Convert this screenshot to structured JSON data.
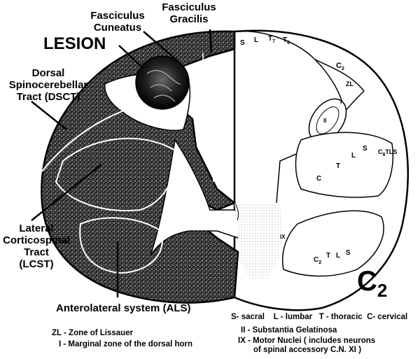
{
  "labels": {
    "fasciculus_cuneatus": [
      "Fasciculus",
      "Cuneatus"
    ],
    "fasciculus_gracilis": [
      "Fasciculus",
      "Gracilis"
    ],
    "lesion": "LESION",
    "dsct": [
      "Dorsal",
      "Spinocerebellar",
      "Tract (DSCT)"
    ],
    "lcst": [
      "Lateral",
      "Corticospinal",
      "Tract",
      "(LCST)"
    ],
    "als": "Anterolateral system (ALS)"
  },
  "segment": {
    "letter": "C",
    "number": "2"
  },
  "region_marks": {
    "zl": "ZL",
    "i": "I",
    "ii": "II",
    "ix": "IX",
    "c": "C",
    "t": "T",
    "l": "L",
    "s": "S"
  },
  "top_sequence": {
    "s": "S",
    "l": "L",
    "t7": "T",
    "t7_sub": "7",
    "t6": "T",
    "t6_sub": "6"
  },
  "c2_mark": {
    "c": "C",
    "sub": "2"
  },
  "right_sequence": {
    "c8": "C",
    "c8_sub": "8",
    "tls": "TLS"
  },
  "lower_sequence": {
    "c2": "C",
    "c2_sub": "2",
    "t": "T",
    "l": "L",
    "s": "S"
  },
  "legend": {
    "line1": "S- sacral    L - lumbar   T - thoracic  C- cervical",
    "line2": "II - Substantia Gelatinosa",
    "line3": "IX - Motor Nuclei ( includes neurons",
    "line4": "of spinal accessory C.N. XI )",
    "zl": "ZL - Zone of Lissauer",
    "i": "I - Marginal zone of the dorsal horn"
  }
}
